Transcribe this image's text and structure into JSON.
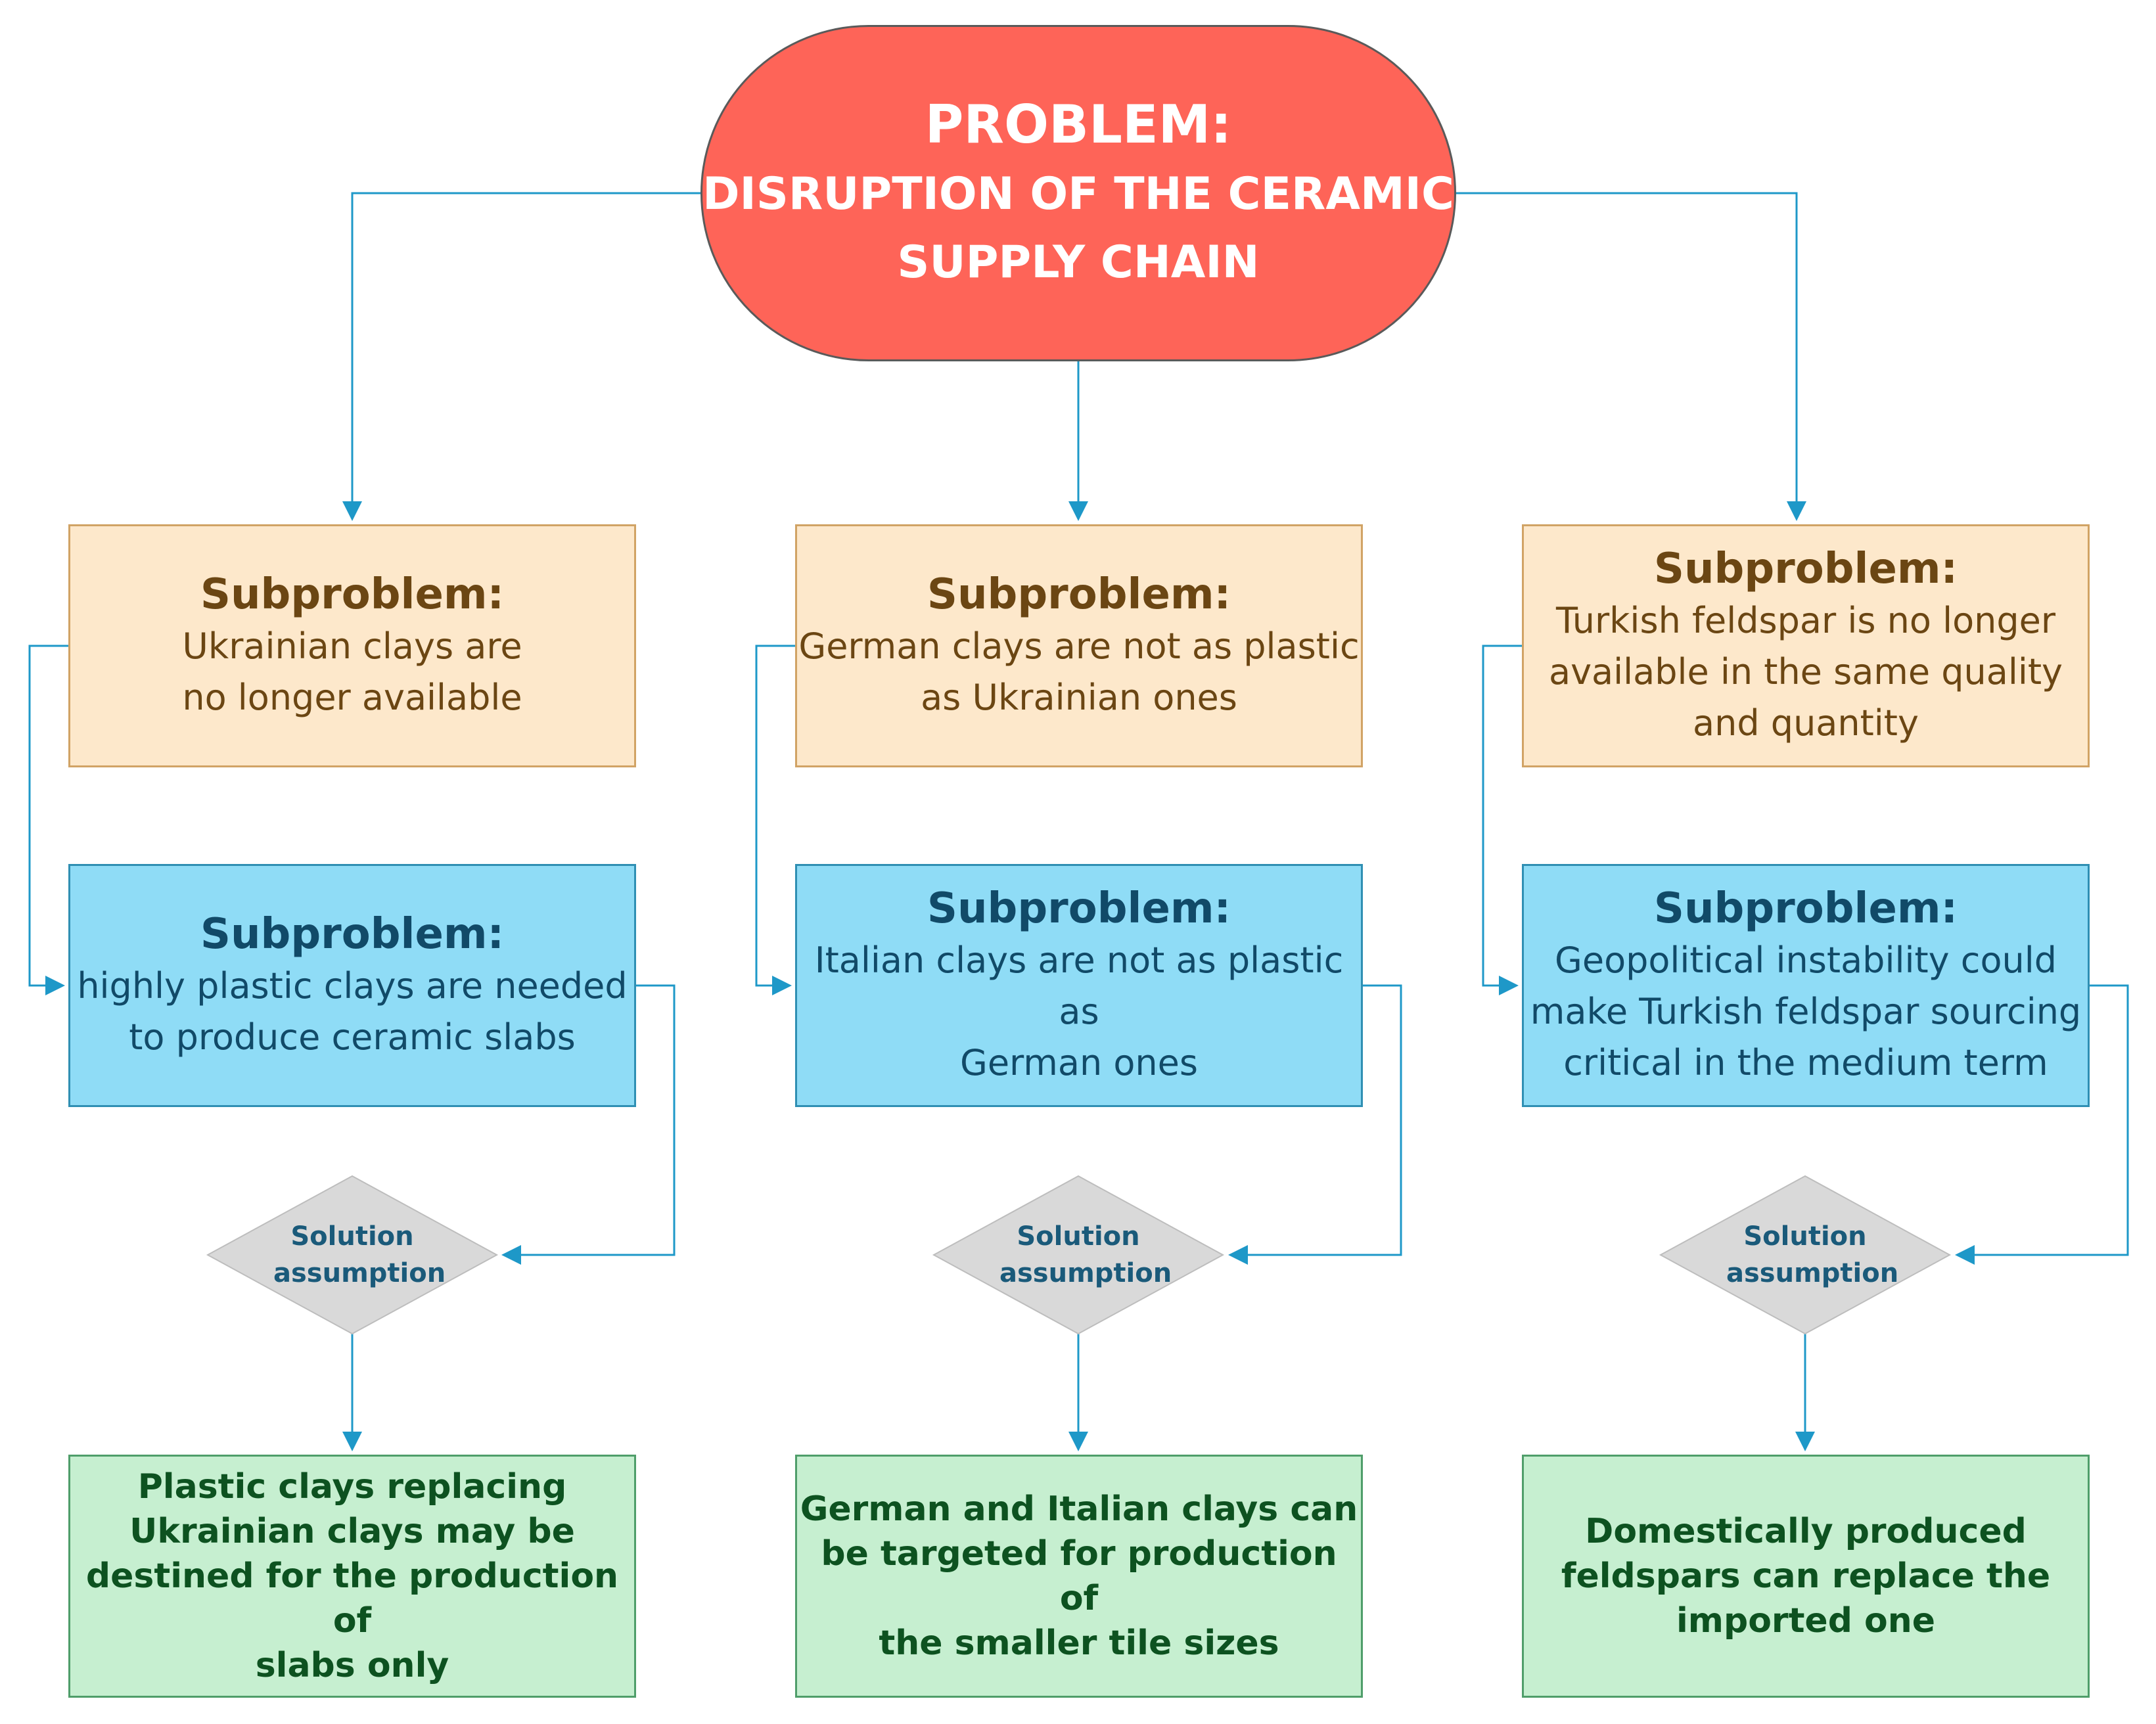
{
  "problem": {
    "title": "PROBLEM:",
    "line1": "DISRUPTION OF THE CERAMIC",
    "line2": "SUPPLY CHAIN"
  },
  "columns": [
    {
      "sub1_title": "Subproblem:",
      "sub1_lines": [
        "Ukrainian clays are",
        "no longer available"
      ],
      "sub2_title": "Subproblem:",
      "sub2_lines": [
        "highly plastic clays are needed",
        "to produce ceramic slabs"
      ],
      "decision_lines": [
        "Solution",
        "assumption"
      ],
      "result_lines": [
        "Plastic clays replacing",
        "Ukrainian clays may be",
        "destined for the production of",
        "slabs only"
      ]
    },
    {
      "sub1_title": "Subproblem:",
      "sub1_lines": [
        "German clays are not as plastic",
        "as Ukrainian ones"
      ],
      "sub2_title": "Subproblem:",
      "sub2_lines": [
        "Italian clays are not as plastic as",
        "German ones"
      ],
      "decision_lines": [
        "Solution",
        "assumption"
      ],
      "result_lines": [
        "German and Italian clays can",
        "be targeted for production of",
        "the smaller tile sizes"
      ]
    },
    {
      "sub1_title": "Subproblem:",
      "sub1_lines": [
        "Turkish feldspar is no longer",
        "available in the same quality",
        "and quantity"
      ],
      "sub2_title": "Subproblem:",
      "sub2_lines": [
        "Geopolitical instability could",
        "make Turkish feldspar sourcing",
        "critical in the medium term"
      ],
      "decision_lines": [
        "Solution",
        "assumption"
      ],
      "result_lines": [
        "Domestically produced",
        "feldspars can replace the",
        "imported one"
      ]
    }
  ],
  "colors": {
    "problem_fill": "#fe6458",
    "subproblem_fill": "#fde8cb",
    "subproblem2_fill": "#8fdcf6",
    "decision_fill": "#d9d9d9",
    "result_fill": "#c6efd0",
    "connector": "#1e98c8"
  }
}
